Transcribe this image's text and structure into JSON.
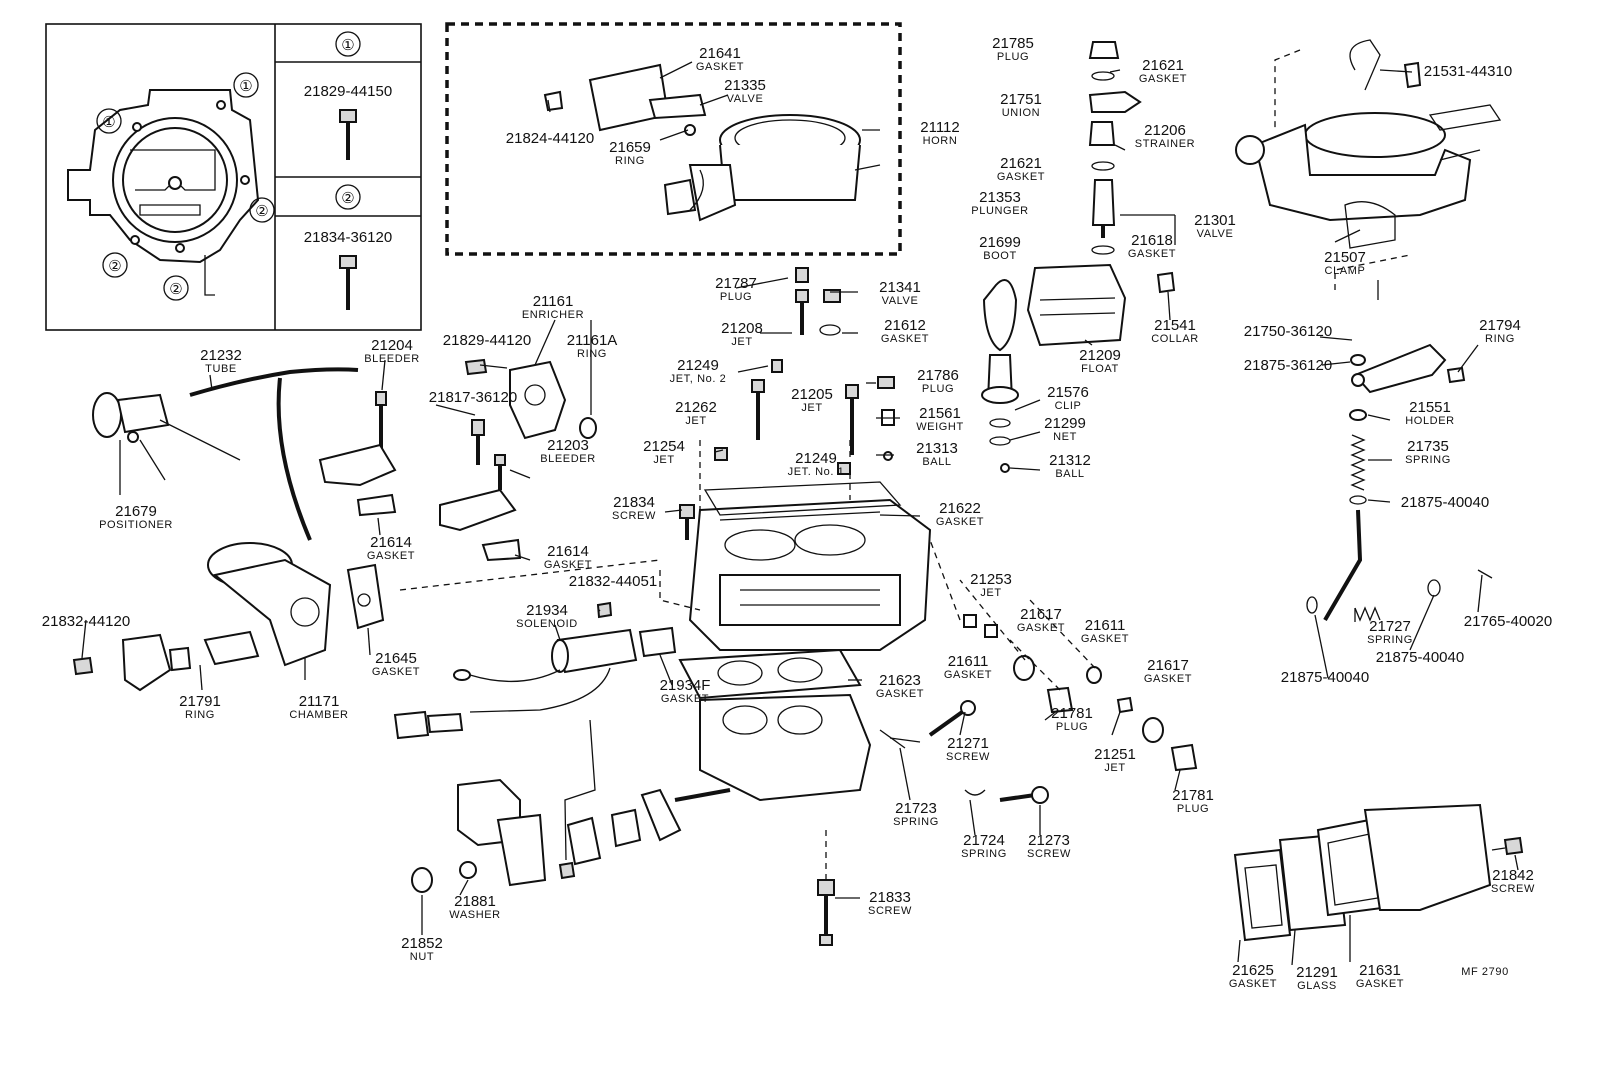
{
  "colors": {
    "ink": "#111111",
    "paper": "#ffffff"
  },
  "inset": {
    "callout_1": "①",
    "callout_2": "②",
    "table_header_1": "①",
    "table_part_1": "21829-44150",
    "table_header_2": "②",
    "table_part_2": "21834-36120"
  },
  "drawing_code": "MF 2790",
  "labels": [
    {
      "id": "21641",
      "num": "21641",
      "name": "GASKET"
    },
    {
      "id": "21335",
      "num": "21335",
      "name": "VALVE"
    },
    {
      "id": "21824",
      "num": "21824-44120",
      "name": ""
    },
    {
      "id": "21659",
      "num": "21659",
      "name": "RING"
    },
    {
      "id": "21112",
      "num": "21112",
      "name": "HORN"
    },
    {
      "id": "21785",
      "num": "21785",
      "name": "PLUG"
    },
    {
      "id": "21621a",
      "num": "21621",
      "name": "GASKET"
    },
    {
      "id": "21751",
      "num": "21751",
      "name": "UNION"
    },
    {
      "id": "21206",
      "num": "21206",
      "name": "STRAINER"
    },
    {
      "id": "21621b",
      "num": "21621",
      "name": "GASKET"
    },
    {
      "id": "21353",
      "num": "21353",
      "name": "PLUNGER"
    },
    {
      "id": "21301",
      "num": "21301",
      "name": "VALVE"
    },
    {
      "id": "21699",
      "num": "21699",
      "name": "BOOT"
    },
    {
      "id": "21618",
      "num": "21618",
      "name": "GASKET"
    },
    {
      "id": "21541",
      "num": "21541",
      "name": "COLLAR"
    },
    {
      "id": "21209",
      "num": "21209",
      "name": "FLOAT"
    },
    {
      "id": "21576",
      "num": "21576",
      "name": "CLIP"
    },
    {
      "id": "21299",
      "num": "21299",
      "name": "NET"
    },
    {
      "id": "21312",
      "num": "21312",
      "name": "BALL"
    },
    {
      "id": "21531",
      "num": "21531-44310",
      "name": ""
    },
    {
      "id": "21507",
      "num": "21507",
      "name": "CLAMP"
    },
    {
      "id": "21750",
      "num": "21750-36120",
      "name": ""
    },
    {
      "id": "21875a",
      "num": "21875-36120",
      "name": ""
    },
    {
      "id": "21794",
      "num": "21794",
      "name": "RING"
    },
    {
      "id": "21551",
      "num": "21551",
      "name": "HOLDER"
    },
    {
      "id": "21735",
      "num": "21735",
      "name": "SPRING"
    },
    {
      "id": "21875b",
      "num": "21875-40040",
      "name": ""
    },
    {
      "id": "21161",
      "num": "21161",
      "name": "ENRICHER"
    },
    {
      "id": "21829",
      "num": "21829-44120",
      "name": ""
    },
    {
      "id": "21161A",
      "num": "21161A",
      "name": "RING"
    },
    {
      "id": "21232",
      "num": "21232",
      "name": "TUBE"
    },
    {
      "id": "21204",
      "num": "21204",
      "name": "BLEEDER"
    },
    {
      "id": "21817",
      "num": "21817-36120",
      "name": ""
    },
    {
      "id": "21679",
      "num": "21679",
      "name": "POSITIONER"
    },
    {
      "id": "21203",
      "num": "21203",
      "name": "BLEEDER"
    },
    {
      "id": "21614a",
      "num": "21614",
      "name": "GASKET"
    },
    {
      "id": "21614b",
      "num": "21614",
      "name": "GASKET"
    },
    {
      "id": "21787",
      "num": "21787",
      "name": "PLUG"
    },
    {
      "id": "21341",
      "num": "21341",
      "name": "VALVE"
    },
    {
      "id": "21208",
      "num": "21208",
      "name": "JET"
    },
    {
      "id": "21612",
      "num": "21612",
      "name": "GASKET"
    },
    {
      "id": "21249a",
      "num": "21249",
      "name": "JET, No. 2"
    },
    {
      "id": "21786",
      "num": "21786",
      "name": "PLUG"
    },
    {
      "id": "21262",
      "num": "21262",
      "name": "JET"
    },
    {
      "id": "21205",
      "num": "21205",
      "name": "JET"
    },
    {
      "id": "21561",
      "num": "21561",
      "name": "WEIGHT"
    },
    {
      "id": "21313",
      "num": "21313",
      "name": "BALL"
    },
    {
      "id": "21254",
      "num": "21254",
      "name": "JET"
    },
    {
      "id": "21249b",
      "num": "21249",
      "name": "JET. No. 1"
    },
    {
      "id": "21834",
      "num": "21834",
      "name": "SCREW"
    },
    {
      "id": "21622",
      "num": "21622",
      "name": "GASKET"
    },
    {
      "id": "21253",
      "num": "21253",
      "name": "JET"
    },
    {
      "id": "21617a",
      "num": "21617",
      "name": "GASKET"
    },
    {
      "id": "21611a",
      "num": "21611",
      "name": "GASKET"
    },
    {
      "id": "21611b",
      "num": "21611",
      "name": "GASKET"
    },
    {
      "id": "21617b",
      "num": "21617",
      "name": "GASKET"
    },
    {
      "id": "21727",
      "num": "21727",
      "name": "SPRING"
    },
    {
      "id": "21765",
      "num": "21765-40020",
      "name": ""
    },
    {
      "id": "21875c",
      "num": "21875-40040",
      "name": ""
    },
    {
      "id": "21875d",
      "num": "21875-40040",
      "name": ""
    },
    {
      "id": "21832a",
      "num": "21832-44051",
      "name": ""
    },
    {
      "id": "21934",
      "num": "21934",
      "name": "SOLENOID"
    },
    {
      "id": "21832b",
      "num": "21832-44120",
      "name": ""
    },
    {
      "id": "21645",
      "num": "21645",
      "name": "GASKET"
    },
    {
      "id": "21791",
      "num": "21791",
      "name": "RING"
    },
    {
      "id": "21171",
      "num": "21171",
      "name": "CHAMBER"
    },
    {
      "id": "21934F",
      "num": "21934F",
      "name": "GASKET"
    },
    {
      "id": "21623",
      "num": "21623",
      "name": "GASKET"
    },
    {
      "id": "21271",
      "num": "21271",
      "name": "SCREW"
    },
    {
      "id": "21781a",
      "num": "21781",
      "name": "PLUG"
    },
    {
      "id": "21251",
      "num": "21251",
      "name": "JET"
    },
    {
      "id": "21781b",
      "num": "21781",
      "name": "PLUG"
    },
    {
      "id": "21723",
      "num": "21723",
      "name": "SPRING"
    },
    {
      "id": "21724",
      "num": "21724",
      "name": "SPRING"
    },
    {
      "id": "21273",
      "num": "21273",
      "name": "SCREW"
    },
    {
      "id": "21833",
      "num": "21833",
      "name": "SCREW"
    },
    {
      "id": "21881",
      "num": "21881",
      "name": "WASHER"
    },
    {
      "id": "21852",
      "num": "21852",
      "name": "NUT"
    },
    {
      "id": "21625",
      "num": "21625",
      "name": "GASKET"
    },
    {
      "id": "21291",
      "num": "21291",
      "name": "GLASS"
    },
    {
      "id": "21631",
      "num": "21631",
      "name": "GASKET"
    },
    {
      "id": "21842",
      "num": "21842",
      "name": "SCREW"
    }
  ]
}
